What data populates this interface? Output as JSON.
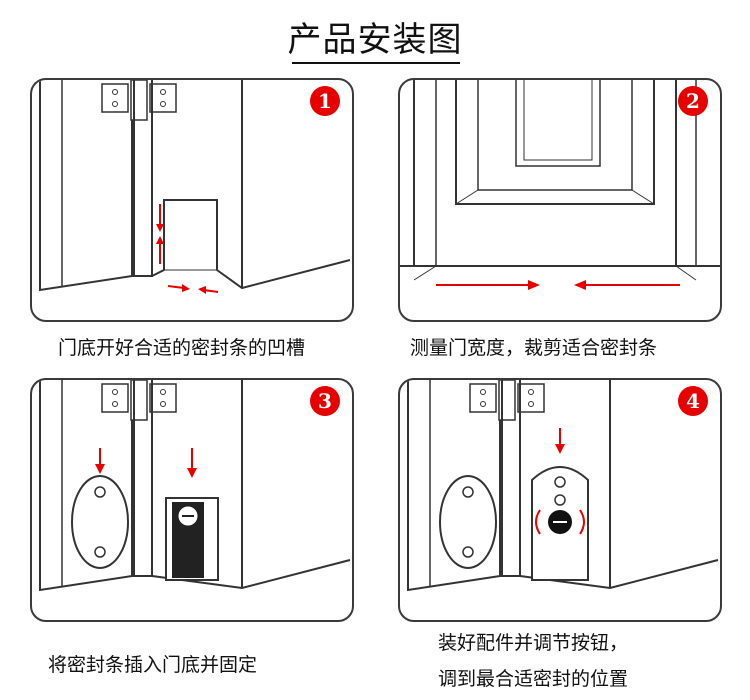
{
  "header": {
    "title": "产品安装图"
  },
  "steps": [
    {
      "number": "1",
      "caption": "门底开好合适的密封条的凹槽"
    },
    {
      "number": "2",
      "caption": "测量门宽度，裁剪适合密封条"
    },
    {
      "number": "3",
      "caption": "将密封条插入门底并固定"
    },
    {
      "number": "4",
      "caption_line1": "装好配件并调节按钮，",
      "caption_line2": "调到最合适密封的位置"
    }
  ],
  "colors": {
    "accent_red": "#e60000",
    "line": "#3a3a3a",
    "text": "#111111"
  }
}
